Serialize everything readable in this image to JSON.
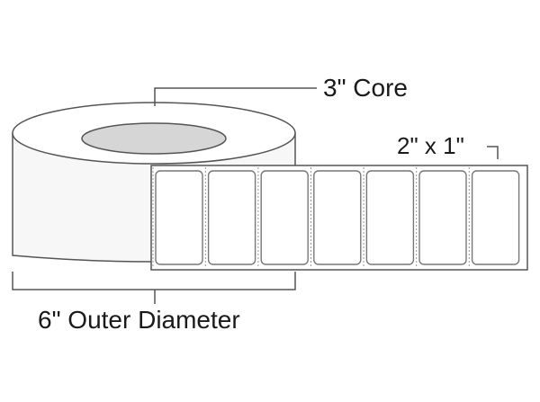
{
  "callouts": {
    "core": "3\" Core",
    "label_size": "2\" x 1\"",
    "outer_diameter": "6\" Outer Diameter"
  },
  "labels": {
    "count_visible": 7
  },
  "colors": {
    "stroke": "#555555",
    "label_stroke": "#777777",
    "core_fill": "#d6d6d6",
    "roll_fill": "#f7f7f7",
    "text": "#1a1a1a"
  }
}
